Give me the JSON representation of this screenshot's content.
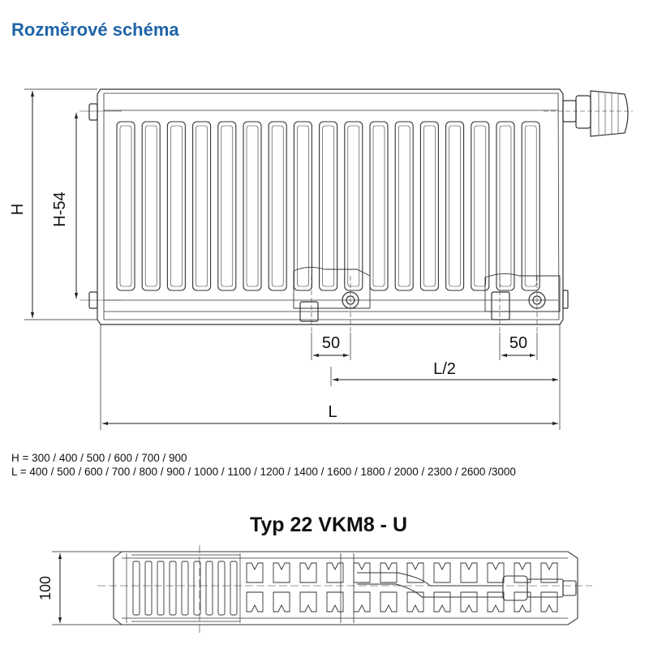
{
  "title": "Rozměrové schéma",
  "front_view": {
    "label_H": "H",
    "label_H54": "H-54",
    "label_50_left": "50",
    "label_50_right": "50",
    "label_L2": "L/2",
    "label_L": "L"
  },
  "dimensions": {
    "H": "H = 300 / 400 / 500 / 600 / 700 / 900",
    "L": "L = 400 / 500 / 600 / 700 / 800 / 900 / 1000 / 1100 / 1200 / 1400 / 1600 / 1800 / 2000 / 2300 / 2600 /3000"
  },
  "section": {
    "type_label": "Typ 22 VKM8 - U",
    "label_100": "100"
  },
  "colors": {
    "title": "#1f64a8",
    "line": "#333333"
  }
}
